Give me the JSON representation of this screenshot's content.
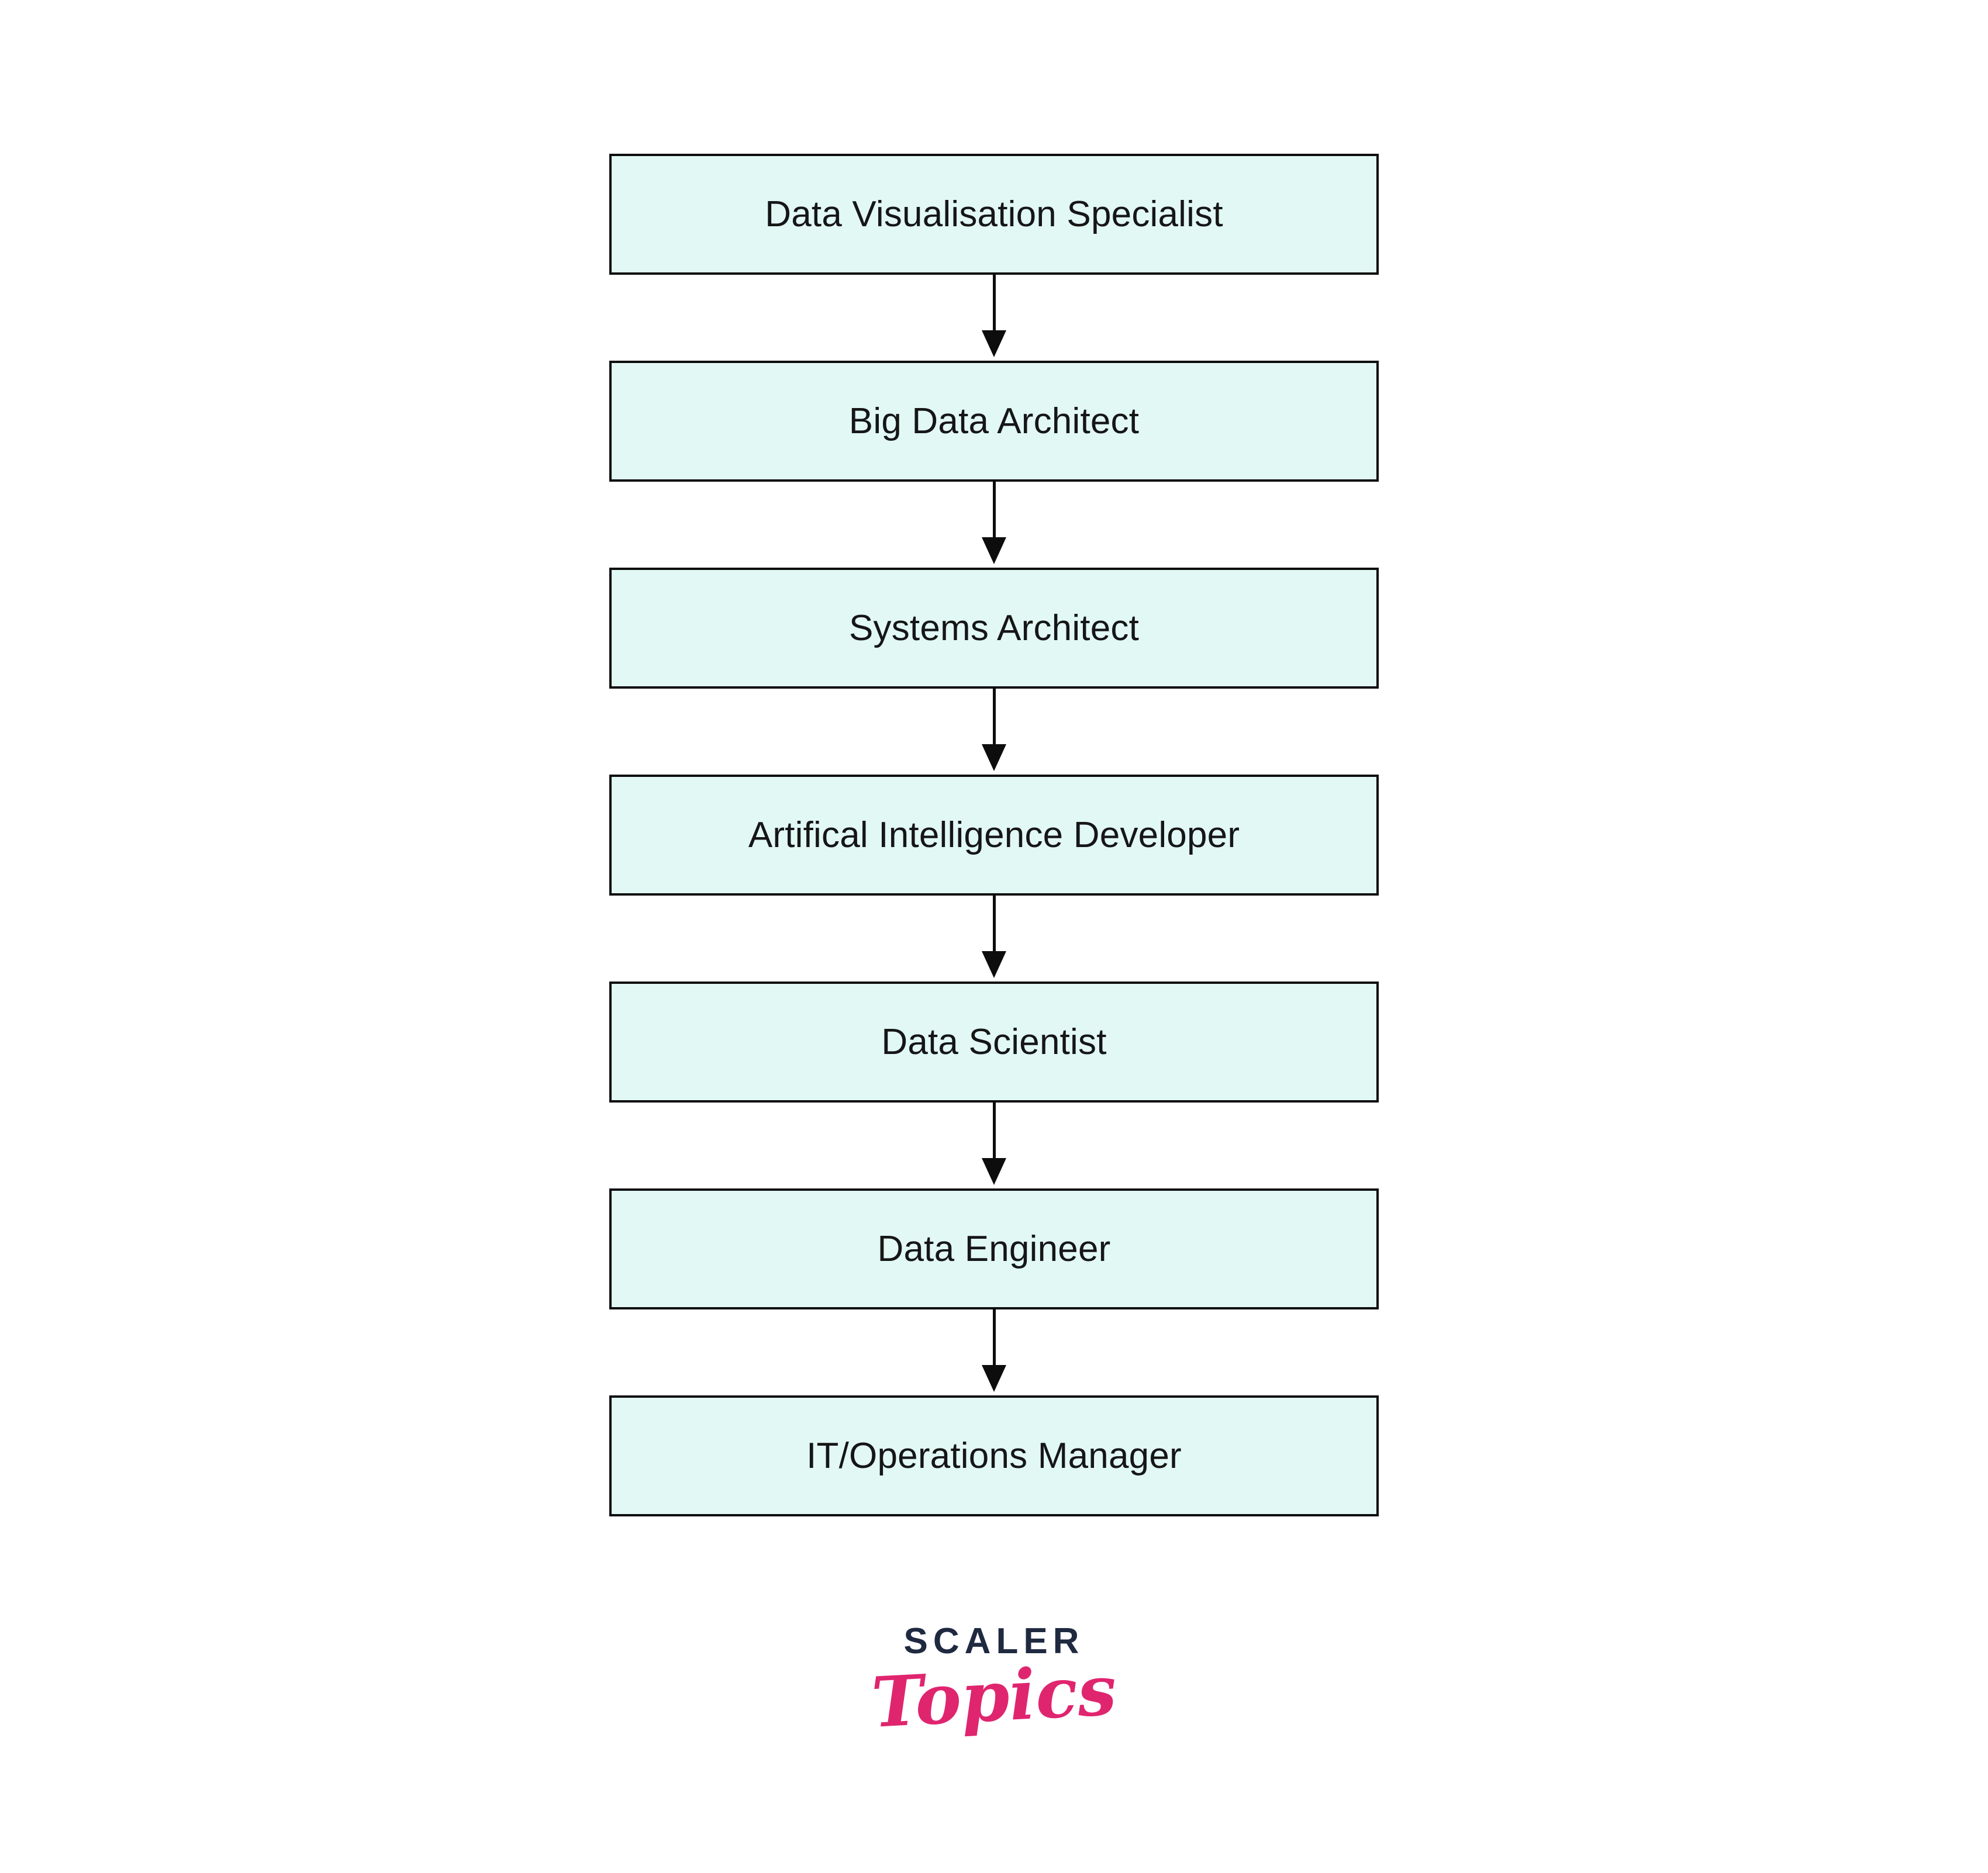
{
  "colors": {
    "background": "#ffffff",
    "node-fill": "#e1f8f5",
    "node-border": "#0d0d0d",
    "node-text": "#161616",
    "arrow": "#0d0d0d",
    "logo-primary": "#1f2940",
    "logo-secondary": "#e0256f"
  },
  "flowchart": {
    "type": "vertical-flow",
    "nodes": [
      {
        "label": "Data Visualisation Specialist"
      },
      {
        "label": "Big Data Architect"
      },
      {
        "label": "Systems Architect"
      },
      {
        "label": "Artifical Intelligence Developer"
      },
      {
        "label": "Data Scientist"
      },
      {
        "label": "Data Engineer"
      },
      {
        "label": "IT/Operations Manager"
      }
    ]
  },
  "logo": {
    "primary": "SCALER",
    "secondary": "Topics"
  }
}
